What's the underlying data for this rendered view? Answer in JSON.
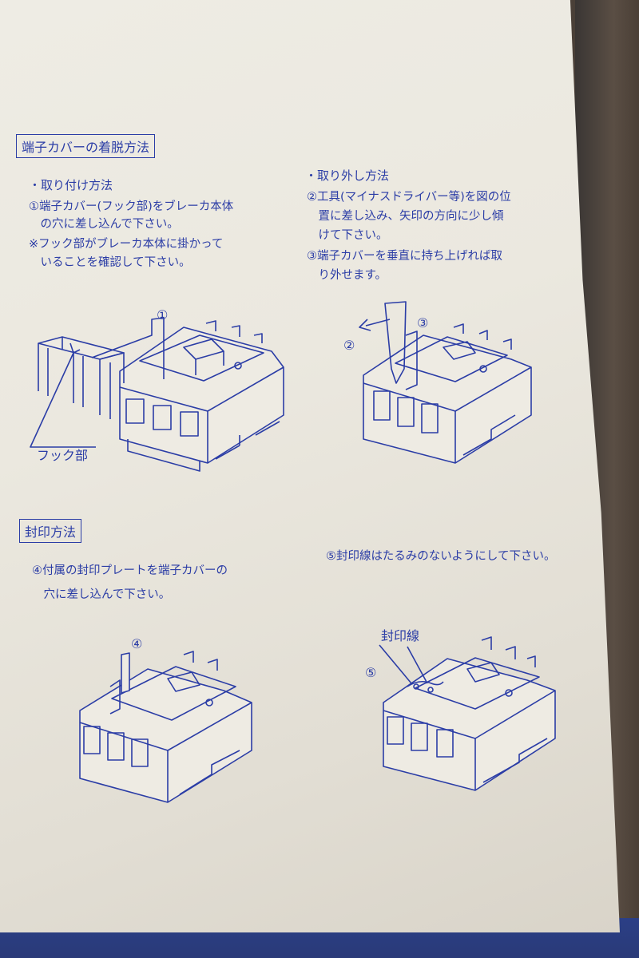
{
  "section_mount": {
    "title": "端子カバーの着脱方法",
    "attach": {
      "heading": "・取り付け方法",
      "lines": [
        "①端子カバー(フック部)をブレーカ本体",
        "　の穴に差し込んで下さい。",
        "※フック部がブレーカ本体に掛かって",
        "　いることを確認して下さい。"
      ]
    },
    "remove": {
      "heading": "・取り外し方法",
      "lines": [
        "②工具(マイナスドライバー等)を図の位",
        "　置に差し込み、矢印の方向に少し傾",
        "　けて下さい。",
        "③端子カバーを垂直に持ち上げれば取",
        "　り外せます。"
      ]
    },
    "hook_label": "フック部",
    "marks": {
      "one": "①",
      "two": "②",
      "three": "③"
    }
  },
  "section_seal": {
    "title": "封印方法",
    "step4": [
      "④付属の封印プレートを端子カバーの",
      "　穴に差し込んで下さい。"
    ],
    "step5": "⑤封印線はたるみのないようにして下さい。",
    "seal_wire_label": "封印線",
    "marks": {
      "four": "④",
      "five": "⑤"
    }
  },
  "colors": {
    "ink": "#2b3da6",
    "paper": "#ebe8df"
  }
}
